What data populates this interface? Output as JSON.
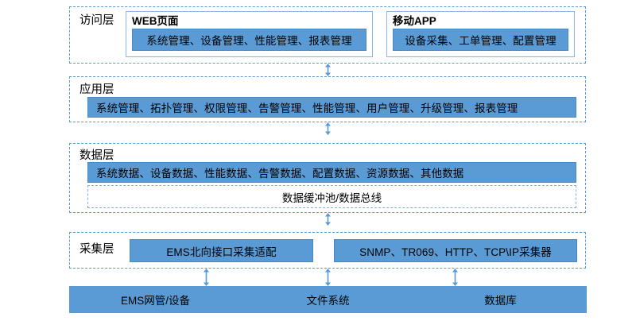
{
  "diagram": {
    "title": "System layered architecture diagram",
    "accent_color": "#5b9bd5",
    "dashed_border_color": "#5b9bd5",
    "card_border_color": "#8eb4e3",
    "background_color": "#ffffff",
    "text_color": "#000000"
  },
  "layers": {
    "access": {
      "title": "访问层",
      "web": {
        "title": "WEB页面",
        "items": "系统管理、设备管理、性能管理、报表管理"
      },
      "app": {
        "title": "移动APP",
        "items": "设备采集、工单管理、配置管理"
      }
    },
    "application": {
      "title": "应用层",
      "items": "系统管理、拓扑管理、权限管理、告警管理、性能管理、用户管理、升级管理、报表管理"
    },
    "data": {
      "title": "数据层",
      "items": "系统数据、设备数据、性能数据、告警数据、配置数据、资源数据、其他数据",
      "bus": "数据缓冲池/数据总线"
    },
    "collection": {
      "title": "采集层",
      "adapters": [
        "EMS北向接口采集适配",
        "SNMP、TR069、HTTP、TCP\\IP采集器"
      ]
    },
    "resources": {
      "cells": [
        "EMS网管/设备",
        "文件系统",
        "数据库"
      ]
    }
  },
  "connectors": [
    {
      "name": "access-to-application",
      "style": "double-headed-vertical-arrow"
    },
    {
      "name": "application-to-data",
      "style": "double-headed-vertical-arrow"
    },
    {
      "name": "data-to-collection",
      "style": "double-headed-vertical-arrow"
    },
    {
      "name": "collection-to-ems",
      "style": "double-headed-vertical-arrow"
    },
    {
      "name": "collection-to-filesystem",
      "style": "double-headed-vertical-arrow"
    },
    {
      "name": "collection-to-database",
      "style": "double-headed-vertical-arrow"
    }
  ]
}
